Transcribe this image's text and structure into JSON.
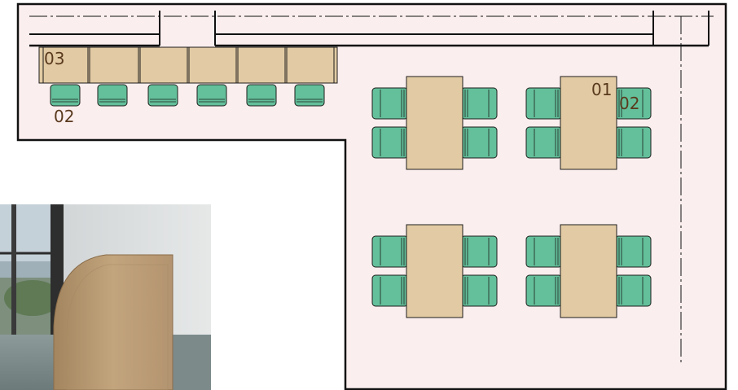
{
  "labels": {
    "rail_counter": "03",
    "rail_stool": "02",
    "table_callout": "01",
    "chair_callout": "02"
  },
  "colors": {
    "floor_fill": "#fbeeee",
    "wall_stroke": "#111111",
    "furniture_wood": "#e2cba4",
    "seat_green": "#63c09a",
    "label_text": "#5a3a1e"
  },
  "legend_icons": [
    "table-icon",
    "chair-icon",
    "counter-icon",
    "stool-icon"
  ],
  "photo": {
    "subject": "wood-panel-bench-photo"
  }
}
